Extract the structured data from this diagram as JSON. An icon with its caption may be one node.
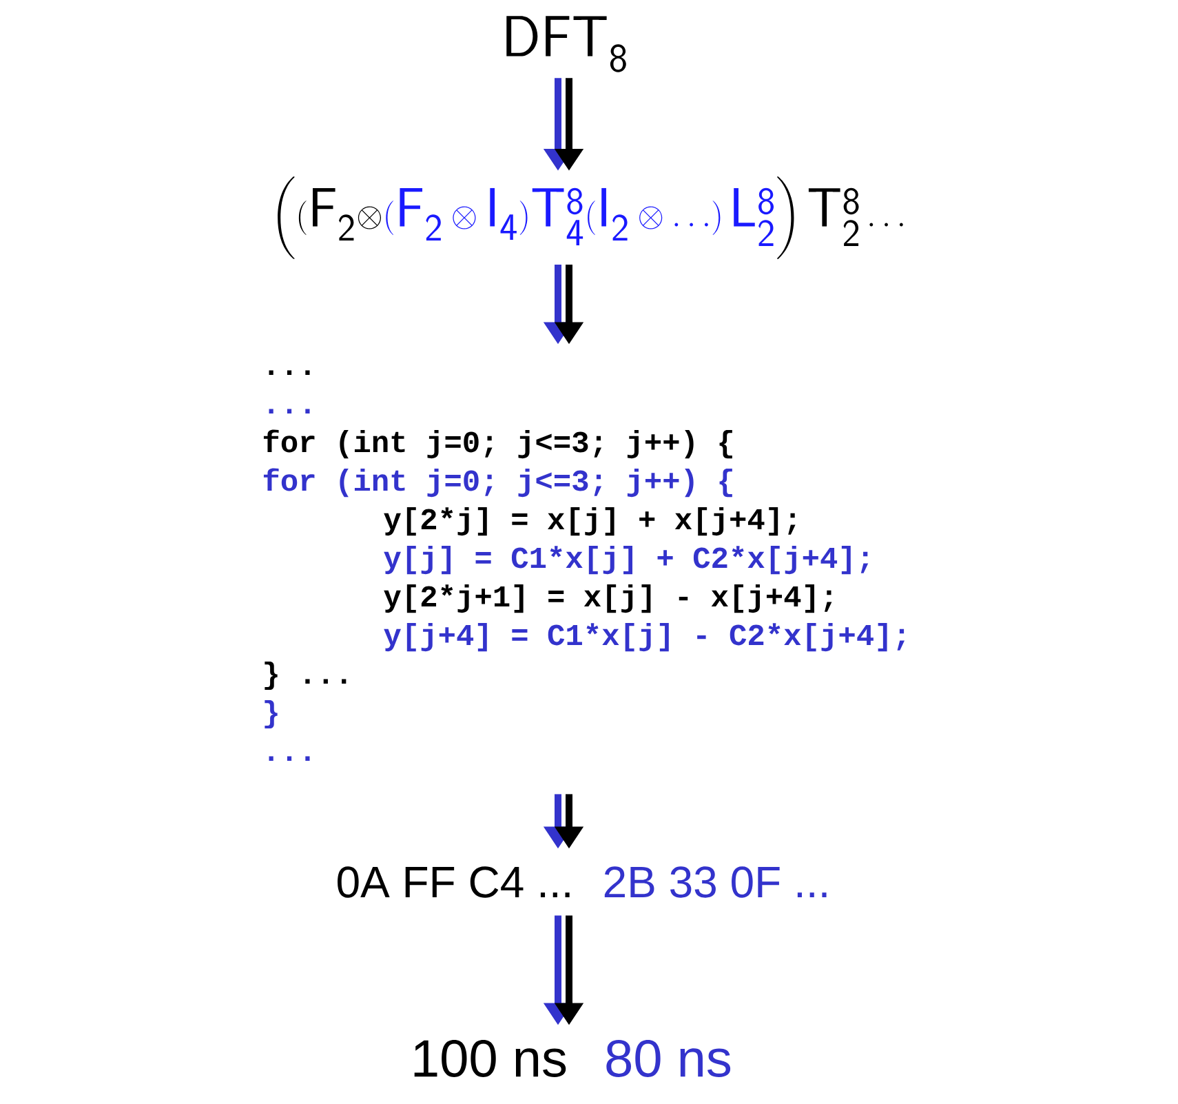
{
  "diagram": {
    "nodes": [
      {
        "text": [
          "\\mathsf{DFT}_{\\mathsf{8}}"
        ]
      },
      {
        "text": [
          "\\bigg((\\mathsf{F}_{\\mathsf{2}}\\otimes",
          "(\\mathsf{F}_{\\mathsf{2}}\\otimes\\mathsf{I}_{\\mathsf{4}})\\mathsf{T}^{\\mathsf{8}}_{\\mathsf{4}}(\\mathsf{I}_{\\mathsf{2}}\\otimes\\ldots)\\,\\mathsf{L}^{\\mathsf{8}}_{\\mathsf{2}}",
          "\\bigg)\\,\\mathsf{T}^{\\mathsf{8}}_{\\mathsf{2}}\\ldots"
        ]
      },
      {
        "text": [
          "...",
          "...",
          "for (int j=0; j<=3; j++) {",
          "for (int j=0; j<=3; j++) {",
          "y[2*j] = x[j] + x[j+4];",
          "y[j] = C1*x[j] + C2*x[j+4];",
          "y[2*j+1] = x[j] - x[j+4];",
          "y[j+4] = C1*x[j] - C2*x[j+4];",
          "} ...",
          "}",
          "..."
        ]
      },
      {
        "text": [
          "0A FF C4 ...",
          "2B 33 0F ..."
        ]
      },
      {
        "text": [
          "100 ns",
          "80 ns"
        ]
      }
    ],
    "edges": [
      {
        "from": 0,
        "to": 1,
        "arrow": "to",
        "color": "#3333cc"
      },
      {
        "from": 0,
        "to": 1,
        "arrow": "to",
        "color": "#000000"
      },
      {
        "from": 1,
        "to": 2,
        "arrow": "to",
        "color": "#3333cc"
      },
      {
        "from": 1,
        "to": 2,
        "arrow": "to",
        "color": "#000000"
      },
      {
        "from": 2,
        "to": 3,
        "arrow": "to",
        "color": "#3333cc"
      },
      {
        "from": 2,
        "to": 3,
        "arrow": "to",
        "color": "#000000"
      },
      {
        "from": 3,
        "to": 4,
        "arrow": "to",
        "color": "#3333cc"
      },
      {
        "from": 3,
        "to": 4,
        "arrow": "to",
        "color": "#000000"
      }
    ]
  }
}
